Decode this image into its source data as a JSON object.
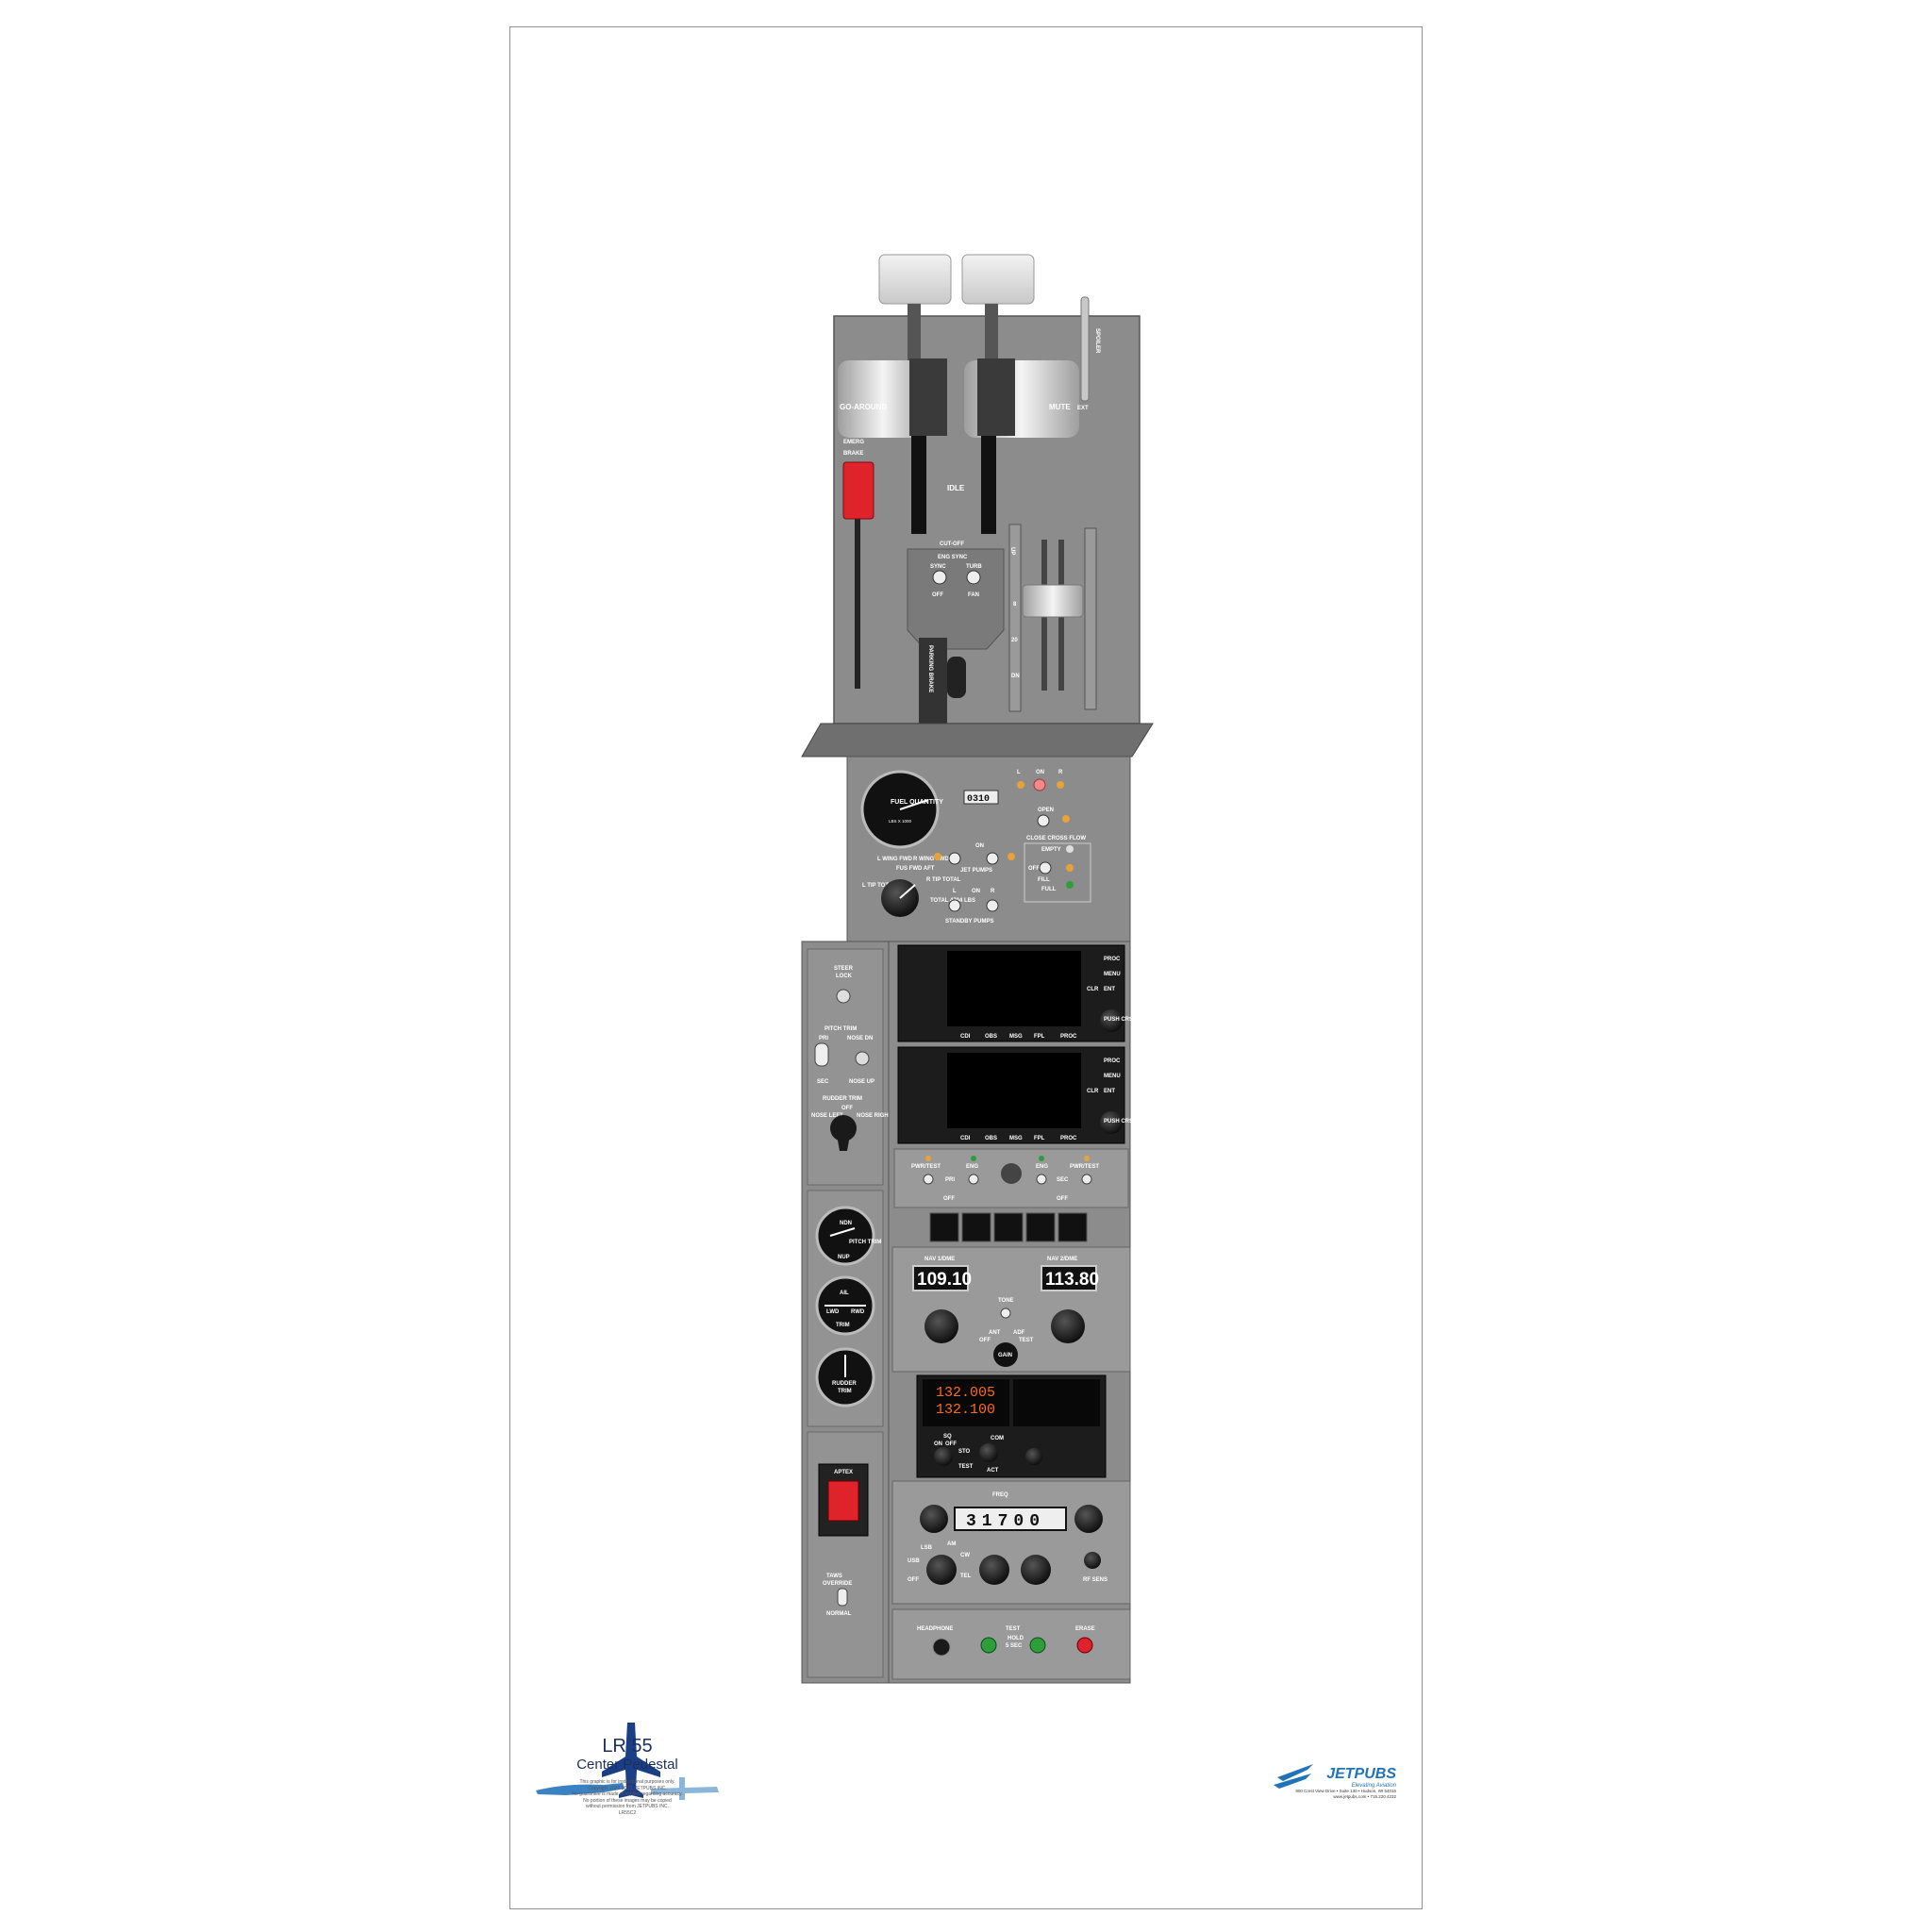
{
  "poster": {
    "model": "LR 55",
    "subtitle": "Center Pedestal",
    "fine_print": [
      "This graphic is for instructional purposes only.",
      "Copyright 2020-2023, JETPUBS INC.",
      "No guarantee is made or implied regarding accuracy.",
      "No portion of these images may be copied",
      "without permission from JETPUBS INC.",
      "LR55C2"
    ]
  },
  "brand": {
    "name": "JETPUBS",
    "tagline": "Elevating Aviation",
    "address": "900 Crest View Drive • Suite 130 • Hudson, WI 54016",
    "contact": "www.jetpubs.com • 715.220.4232"
  },
  "throttle": {
    "go_around": "GO-AROUND",
    "mute": "MUTE",
    "ext": "EXT",
    "spoiler": "SPOILER",
    "emerg_brake": [
      "EMERG",
      "BRAKE"
    ],
    "idle": "IDLE",
    "cut_off": "CUT-OFF",
    "eng_sync": "ENG SYNC",
    "sync": "SYNC",
    "turb": "TURB",
    "off": "OFF",
    "fan": "FAN",
    "parking_brake": "PARKING BRAKE",
    "flap_up": "UP",
    "flap_8": "8",
    "flap_20": "20",
    "flap_dn": "DN"
  },
  "fuel": {
    "gauge_label": "FUEL QUANTITY",
    "gauge_units": "LBS X 1000",
    "counter": "0310",
    "lights": [
      "L",
      "ON",
      "R"
    ],
    "open": "OPEN",
    "close_cross_flow": "CLOSE CROSS FLOW",
    "selector": [
      "L WING FWD",
      "FUS FWD AFT",
      "R WING FWD",
      "L TIP TOTAL",
      "R TIP TOTAL",
      "TOTAL 4704 LBS"
    ],
    "jet_pumps": "JET PUMPS",
    "on": "ON",
    "standby_pumps": "STANDBY PUMPS",
    "l": "L",
    "r": "R",
    "empty": "EMPTY",
    "off": "OFF",
    "fill": "FILL",
    "full": "FULL"
  },
  "left_column": {
    "steer_lock": [
      "STEER",
      "LOCK"
    ],
    "pitch_trim": "PITCH TRIM",
    "pri": "PRI",
    "nose_dn": "NOSE DN",
    "sec": "SEC",
    "nose_up": "NOSE UP",
    "rudder_trim": "RUDDER TRIM",
    "nose_left": "NOSE LEFT",
    "rudder_off": "OFF",
    "nose_right": "NOSE RIGHT",
    "pitch_trim_gauge": [
      "NDN",
      "PITCH TRIM",
      "NUP"
    ],
    "aileron_trim_gauge": [
      "AIL",
      "LWD",
      "RWD",
      "TRIM"
    ],
    "rudder_trim_gauge": [
      "RUDDER",
      "TRIM"
    ],
    "aptex": "APTEX",
    "taws": [
      "TAWS",
      "OVERRIDE",
      "NORMAL"
    ]
  },
  "gps": {
    "units": [
      {
        "keys_right": [
          "PROC",
          "MENU",
          "CLR",
          "ENT"
        ],
        "push": "PUSH CRSR",
        "softkeys": [
          "CDI",
          "OBS",
          "MSG",
          "FPL",
          "PROC"
        ]
      },
      {
        "keys_right": [
          "PROC",
          "MENU",
          "CLR",
          "ENT"
        ],
        "push": "PUSH CRSR",
        "softkeys": [
          "CDI",
          "OBS",
          "MSG",
          "FPL",
          "PROC"
        ]
      }
    ]
  },
  "transponder_ctl": {
    "pwr_test_l": "PWR/TEST",
    "eng_l": "ENG",
    "pri": "PRI",
    "off_l": "OFF",
    "eng_r": "ENG",
    "pwr_test_r": "PWR/TEST",
    "sec": "SEC",
    "off_r": "OFF"
  },
  "nav": {
    "nav1_label": "NAV 1/DME",
    "nav1_freq": "109.10",
    "nav2_label": "NAV 2/DME",
    "nav2_freq": "113.80",
    "tone": "TONE",
    "ant": "ANT",
    "adf": "ADF",
    "off": "OFF",
    "test": "TEST",
    "gain": "GAIN"
  },
  "com": {
    "active": "132.005",
    "standby": "132.100",
    "label": "COM",
    "sq": "SQ",
    "on": "ON",
    "off": "OFF",
    "sto": "STO",
    "test": "TEST",
    "act": "ACT"
  },
  "hf": {
    "freq_label": "FREQ",
    "freq": "31700",
    "modes": [
      "LSB",
      "AM",
      "USB",
      "CW",
      "TEL",
      "OFF"
    ],
    "rf_sens": "RF SENS"
  },
  "bottom": {
    "headphone": "HEADPHONE",
    "test": "TEST",
    "hold": "HOLD",
    "five_sec": "5 SEC",
    "erase": "ERASE"
  },
  "colors": {
    "panel": "#8a8a8a",
    "panel_dark": "#6f6f6f",
    "red": "#e0222a",
    "green": "#2e9e3a",
    "amber": "#e8a23a",
    "seg": "#ff6a1a",
    "navy": "#1b2f5e",
    "blue": "#1f74b8"
  }
}
